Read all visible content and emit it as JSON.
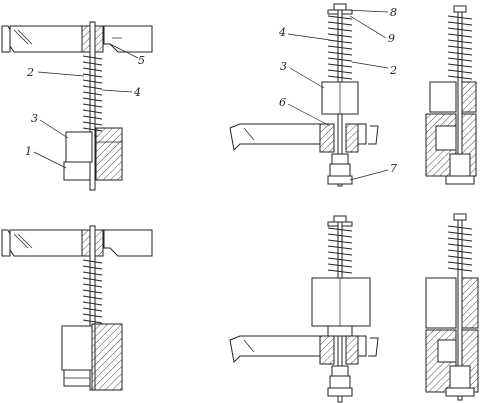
{
  "callouts": [
    {
      "id": "c1",
      "text": "1"
    },
    {
      "id": "c2",
      "text": "2"
    },
    {
      "id": "c3",
      "text": "3"
    },
    {
      "id": "c4",
      "text": "4"
    },
    {
      "id": "c5",
      "text": "5"
    },
    {
      "id": "c2b",
      "text": "2"
    },
    {
      "id": "c3b",
      "text": "3"
    },
    {
      "id": "c4b",
      "text": "4"
    },
    {
      "id": "c6",
      "text": "6"
    },
    {
      "id": "c7",
      "text": "7"
    },
    {
      "id": "c8",
      "text": "8"
    },
    {
      "id": "c9",
      "text": "9"
    }
  ],
  "views": [
    {
      "name": "view-top-left"
    },
    {
      "name": "view-top-middle"
    },
    {
      "name": "view-top-right"
    },
    {
      "name": "view-bottom-left"
    },
    {
      "name": "view-bottom-middle"
    },
    {
      "name": "view-bottom-right"
    }
  ]
}
